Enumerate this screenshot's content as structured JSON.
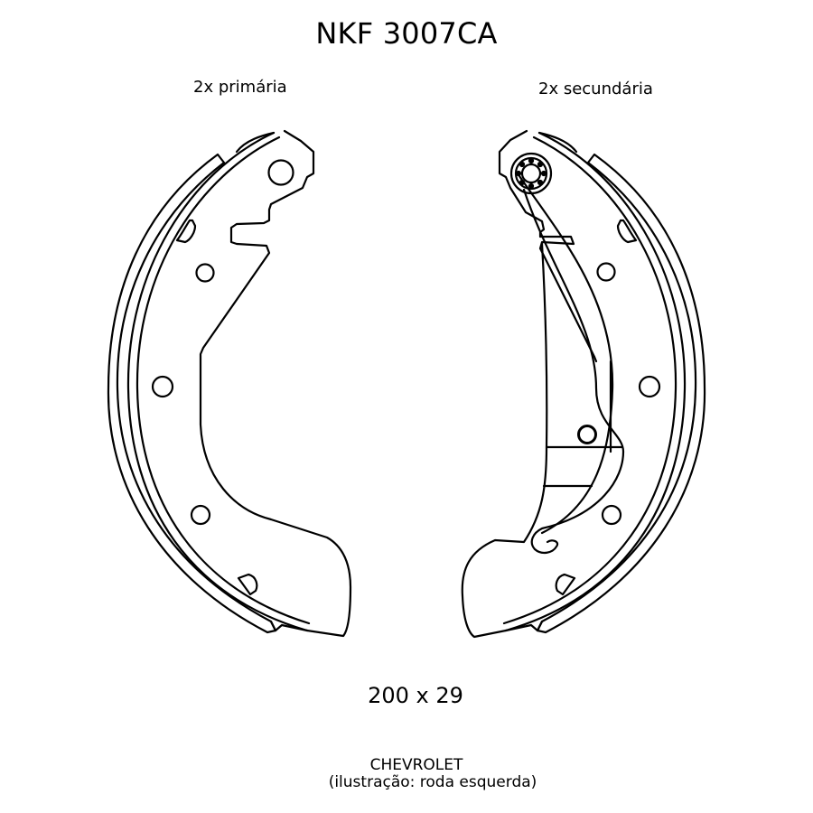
{
  "header": {
    "title": "NKF 3007CA"
  },
  "parts": {
    "left": {
      "label": "2x primária"
    },
    "right": {
      "label": "2x secundária"
    }
  },
  "dimensions": {
    "label": "200 x 29"
  },
  "footer": {
    "make": "CHEVROLET",
    "note": "(ilustração: roda esquerda)"
  },
  "icons": {
    "left_shoe": "brake-shoe-primary-drawing",
    "right_shoe": "brake-shoe-secondary-drawing",
    "bearing": "roller-bearing-icon"
  },
  "colors": {
    "stroke": "#000000",
    "background": "#ffffff"
  }
}
